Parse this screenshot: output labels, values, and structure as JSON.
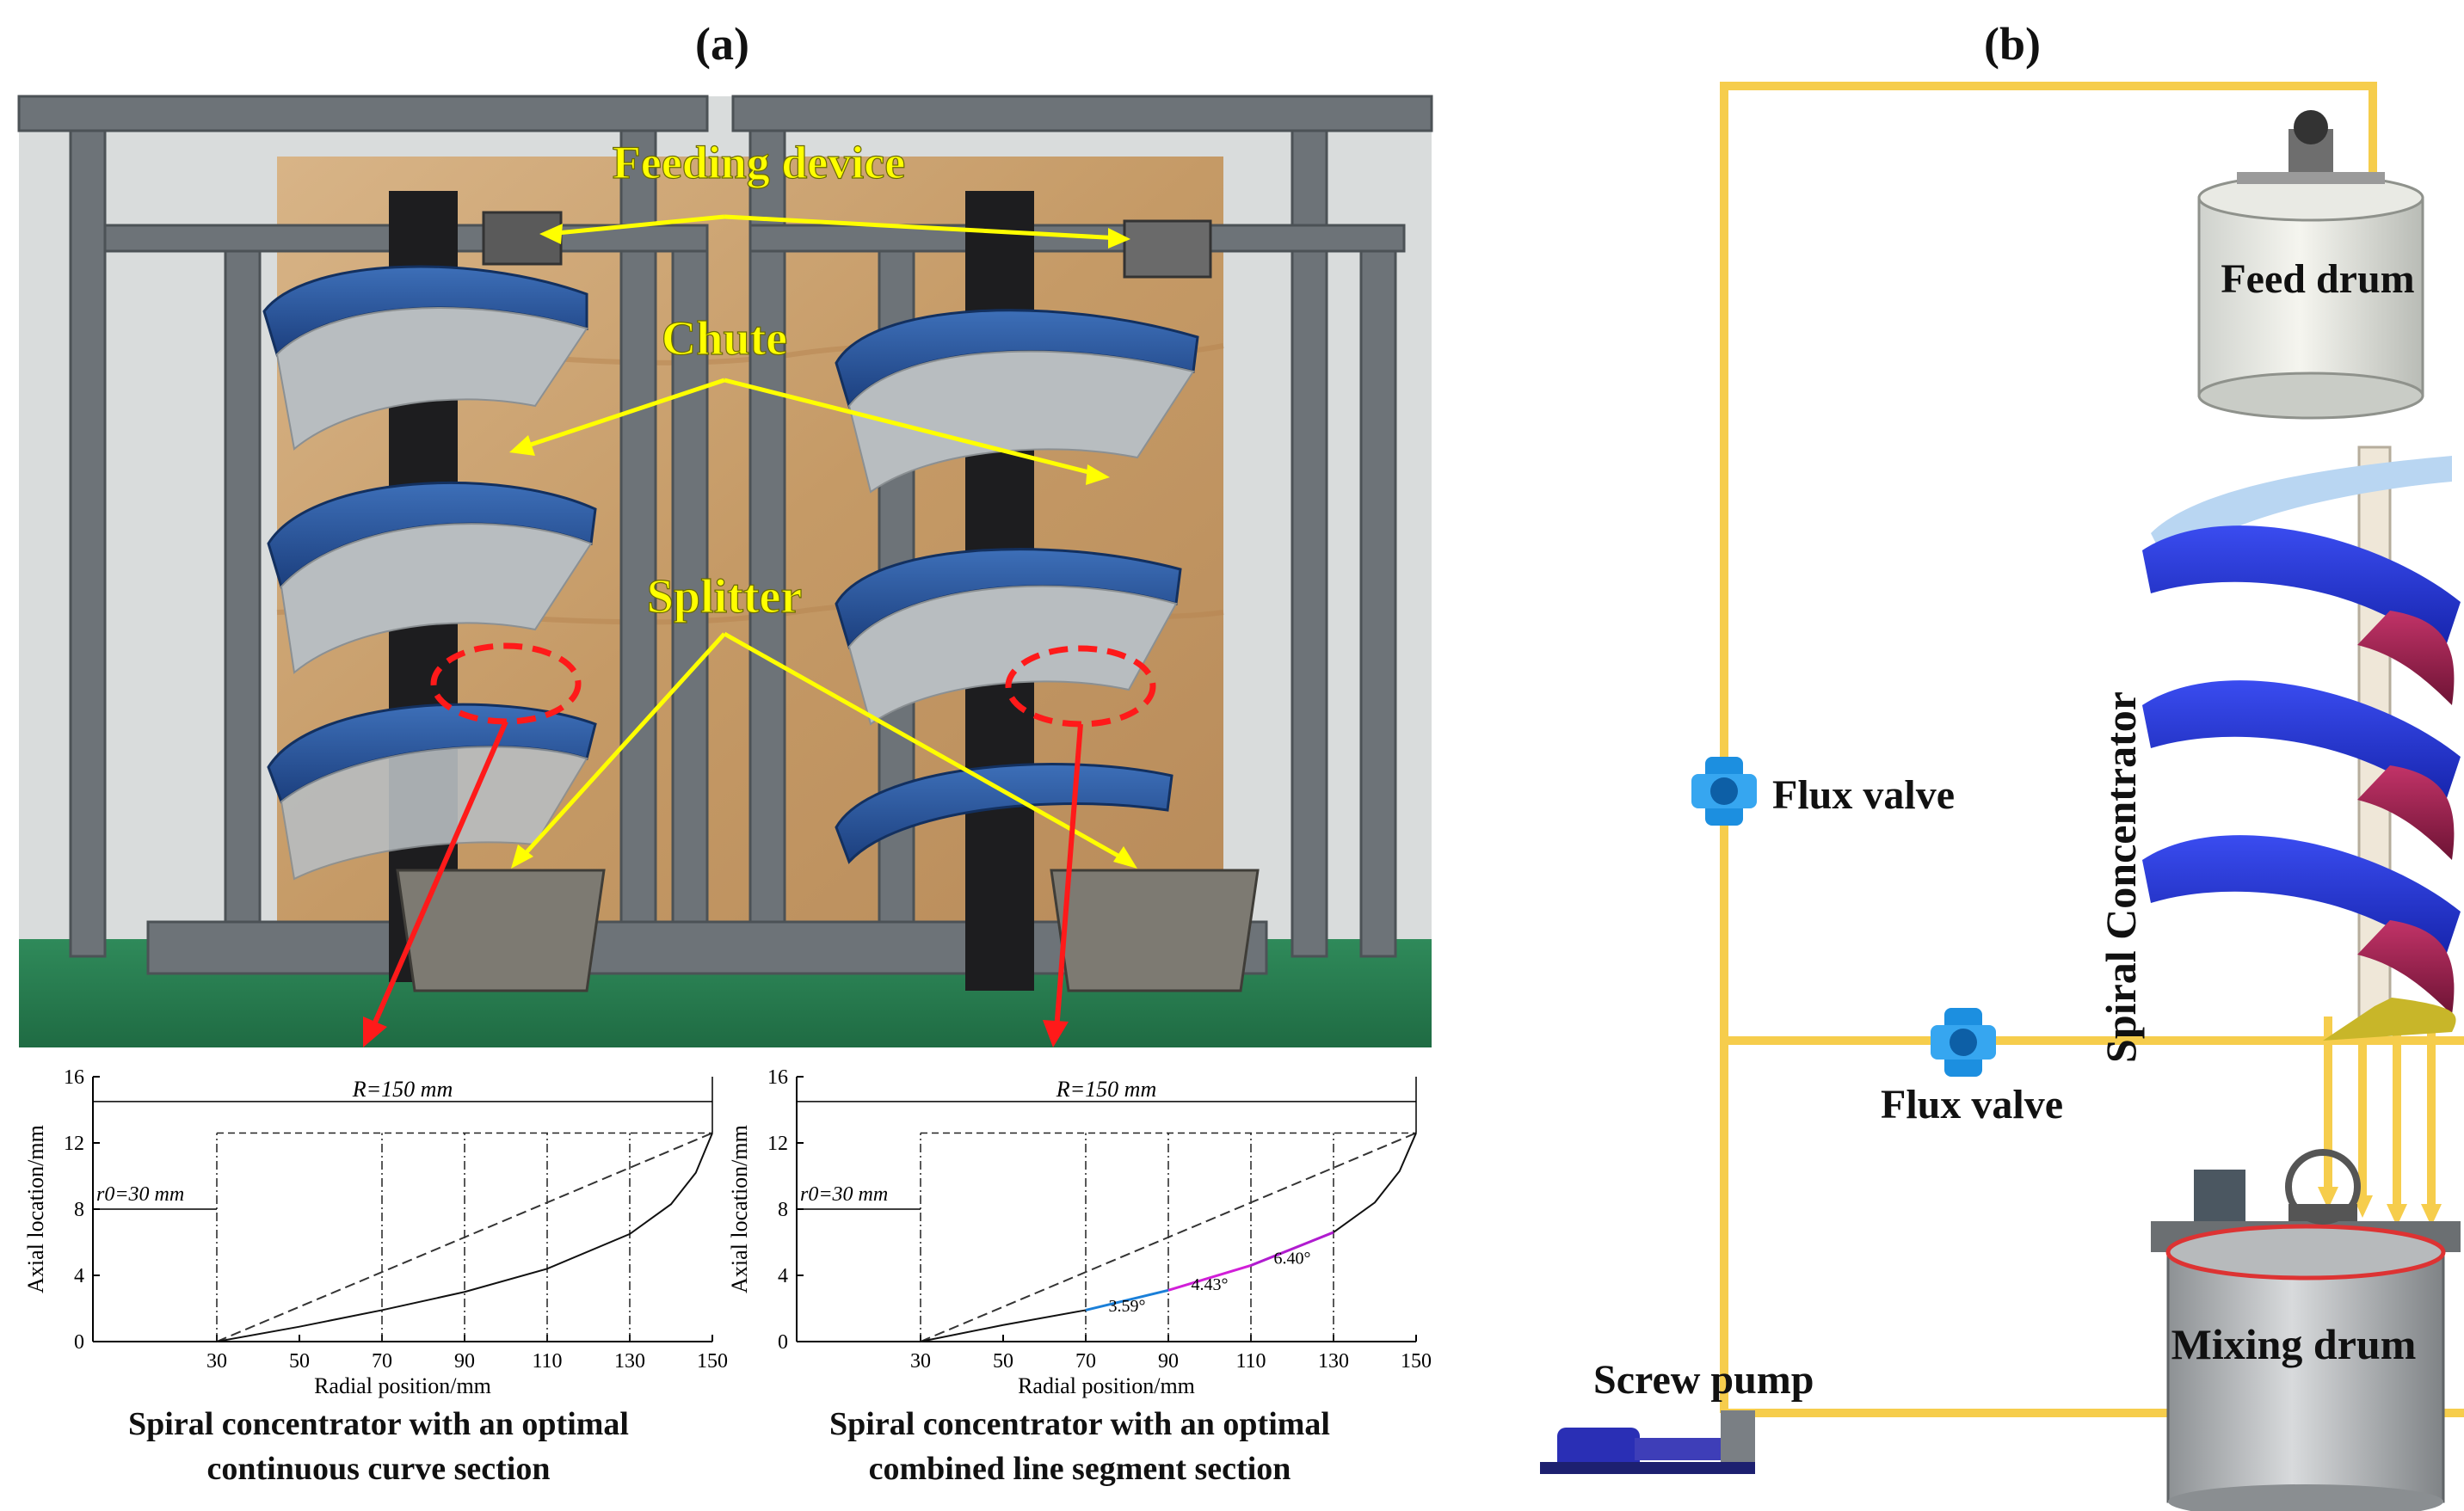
{
  "panel_a": {
    "label": "(a)",
    "callouts": {
      "feeding": "Feeding device",
      "chute": "Chute",
      "splitter": "Splitter"
    },
    "captions": {
      "left_line1": "Spiral concentrator with an optimal",
      "left_line2": "continuous curve section",
      "right_line1": "Spiral concentrator with an optimal",
      "right_line2": "combined line segment section"
    }
  },
  "panel_b": {
    "label": "(b)",
    "labels": {
      "feed_drum": "Feed drum",
      "spiral": "Spiral Concentrator",
      "flux_valve_1": "Flux valve",
      "flux_valve_2": "Flux valve",
      "screw_pump": "Screw pump",
      "mixing_drum": "Mixing drum"
    },
    "colors": {
      "pipe": "#f6cd4c",
      "spiral_blue": "#1f2fd0",
      "spiral_red": "#9b1f4a",
      "valve": "#1c8fe0"
    }
  },
  "chart_data": [
    {
      "type": "line",
      "xlabel": "Radial position/mm",
      "ylabel": "Axial location/mm",
      "xticks": [
        30,
        50,
        70,
        90,
        110,
        130,
        150
      ],
      "xtick_labels": [
        "30",
        "50",
        "70",
        "90",
        "110",
        "130",
        "150"
      ],
      "yticks": [
        0,
        4,
        8,
        12,
        16
      ],
      "xlim": [
        0,
        150
      ],
      "ylim": [
        0,
        16
      ],
      "annot_R": "R=150 mm",
      "annot_r0": "r0=30 mm",
      "series": [
        {
          "style": "dashed",
          "x": [
            30,
            150
          ],
          "y": [
            0,
            12.6
          ]
        },
        {
          "style": "solid",
          "x": [
            30,
            50,
            70,
            90,
            110,
            130,
            140,
            146,
            150
          ],
          "y": [
            0,
            0.9,
            1.9,
            3.0,
            4.4,
            6.5,
            8.3,
            10.2,
            12.6
          ]
        }
      ]
    },
    {
      "type": "line",
      "xlabel": "Radial position/mm",
      "ylabel": "Axial location/mm",
      "xticks": [
        30,
        50,
        70,
        90,
        110,
        130,
        150
      ],
      "xtick_labels": [
        "30",
        "50",
        "70",
        "90",
        "110",
        "130",
        "150"
      ],
      "yticks": [
        0,
        4,
        8,
        12,
        16
      ],
      "xlim": [
        0,
        150
      ],
      "ylim": [
        0,
        16
      ],
      "annot_R": "R=150 mm",
      "annot_r0": "r0=30 mm",
      "angles": [
        "3.59°",
        "4.43°",
        "6.40°"
      ],
      "series": [
        {
          "style": "dashed",
          "x": [
            30,
            150
          ],
          "y": [
            0,
            12.6
          ]
        },
        {
          "style": "solid",
          "x": [
            30,
            50,
            70
          ],
          "y": [
            0,
            1.0,
            1.9
          ]
        },
        {
          "style": "solid-blue",
          "x": [
            70,
            90
          ],
          "y": [
            1.9,
            3.1
          ]
        },
        {
          "style": "solid-magenta",
          "x": [
            90,
            110
          ],
          "y": [
            3.1,
            4.6
          ]
        },
        {
          "style": "solid-purple",
          "x": [
            110,
            130
          ],
          "y": [
            4.6,
            6.6
          ]
        },
        {
          "style": "solid",
          "x": [
            130,
            140,
            146,
            150
          ],
          "y": [
            6.6,
            8.4,
            10.3,
            12.6
          ]
        }
      ]
    }
  ]
}
